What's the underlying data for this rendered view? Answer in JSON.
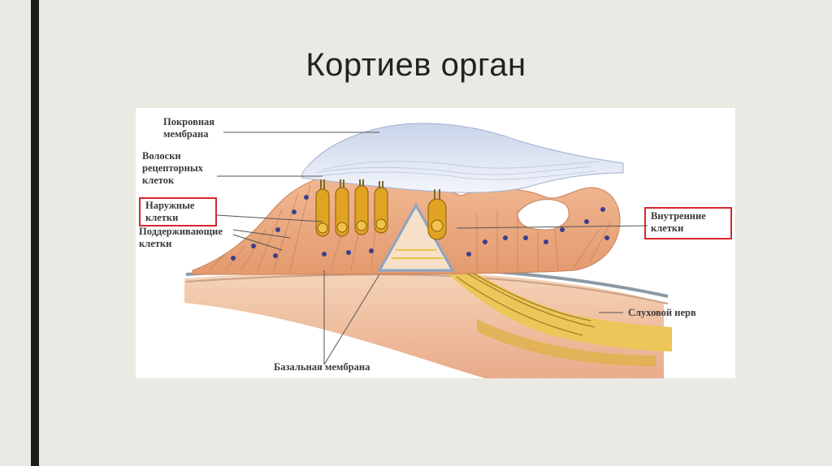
{
  "slide": {
    "title": "Кортиев орган"
  },
  "diagram": {
    "labels": {
      "tectorial_membrane": [
        "Покровная",
        "мембрана"
      ],
      "receptor_hairs": [
        "Волоски",
        "рецепторных",
        "клеток"
      ],
      "outer_cells": [
        "Наружные",
        "клетки"
      ],
      "supporting_cells": [
        "Поддерживающие",
        "клетки"
      ],
      "inner_cells": [
        "Внутренние",
        "клетки"
      ],
      "auditory_nerve": "Слуховой нерв",
      "basilar_membrane": "Базальная мембрана"
    },
    "colors": {
      "highlight_box": "#d7262b",
      "membrane": "#dfe6f2",
      "tissue": "#e9a57c",
      "hair_cell": "#e0a322",
      "nucleus": "#3b3f8f",
      "nerve": "#e8c34a"
    }
  }
}
